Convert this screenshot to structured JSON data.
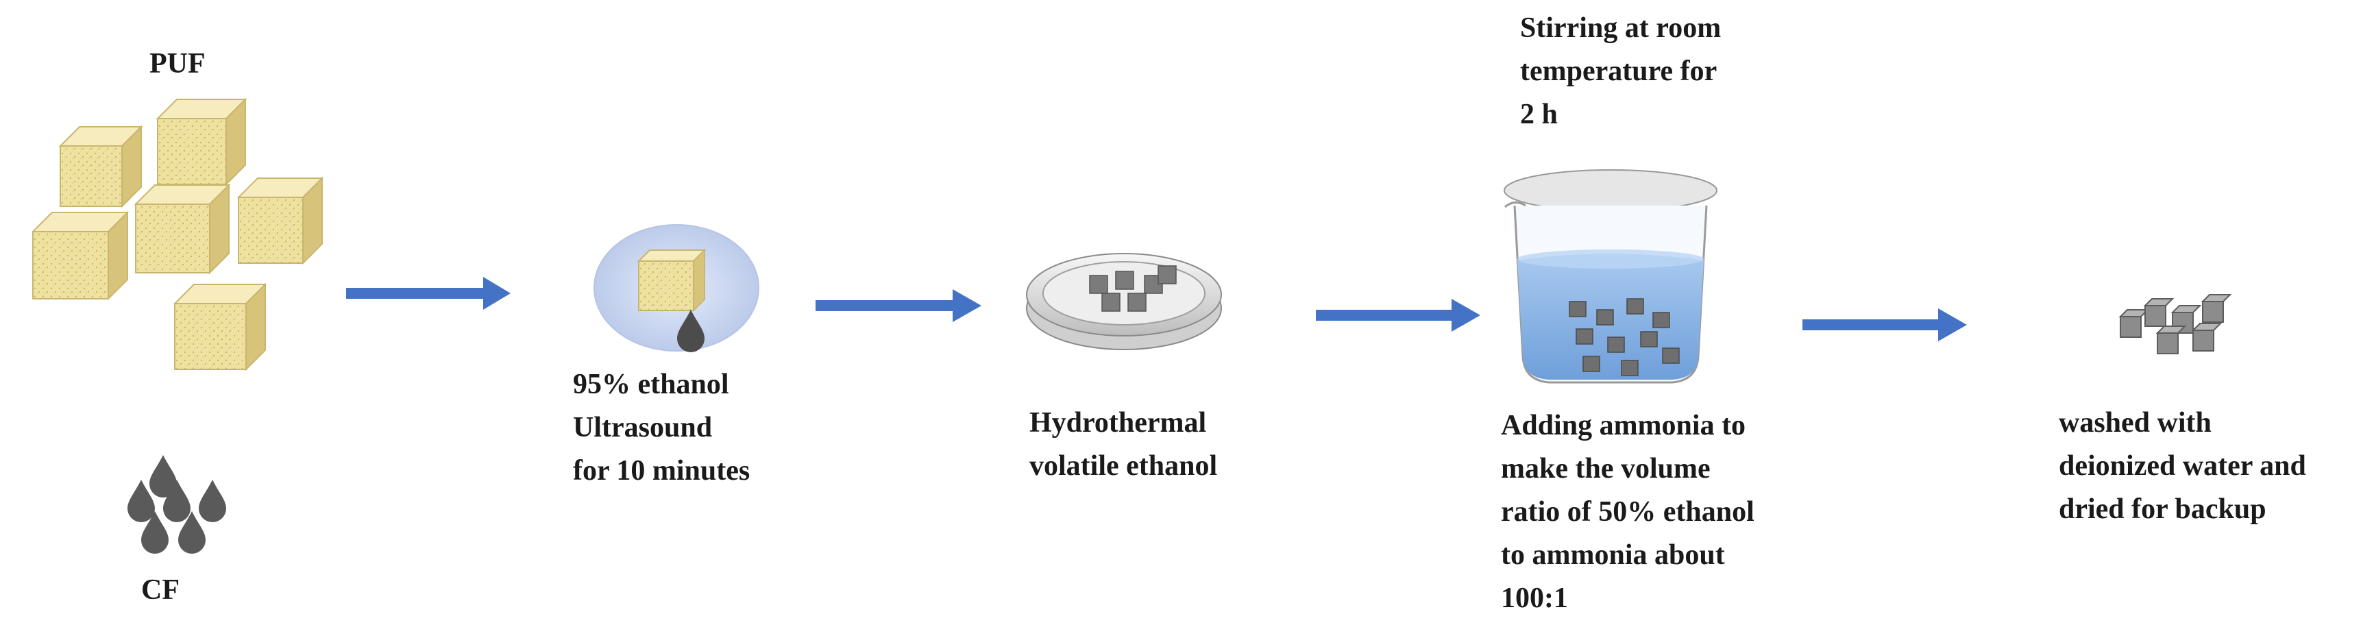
{
  "labels": {
    "puf": "PUF",
    "cf": "CF"
  },
  "steps": [
    {
      "lines": [
        "95% ethanol",
        "Ultrasound",
        "for 10 minutes"
      ]
    },
    {
      "lines": [
        "Hydrothermal",
        "volatile ethanol"
      ]
    },
    {
      "lines": [
        "Adding ammonia to",
        "make the volume",
        "ratio of 50% ethanol",
        "to ammonia about",
        "100:1"
      ]
    },
    {
      "lines": [
        "washed with",
        "deionized water and",
        "dried for backup"
      ]
    }
  ],
  "stirring_note": [
    "Stirring at room",
    "temperature for",
    "2 h"
  ],
  "colors": {
    "arrow": "#4472c4",
    "foam": "#efe2a0",
    "fiber": "#5e5e5e",
    "liquid": "#8eb8e6",
    "dish": "#dcdcdc",
    "ultrasound_bg": "#cfdcf3"
  },
  "icons": [
    "puf-cube-icon",
    "cf-droplet-icon",
    "arrow-icon",
    "ultrasound-bath-icon",
    "petri-dish-icon",
    "beaker-icon",
    "gray-cube-icon"
  ]
}
